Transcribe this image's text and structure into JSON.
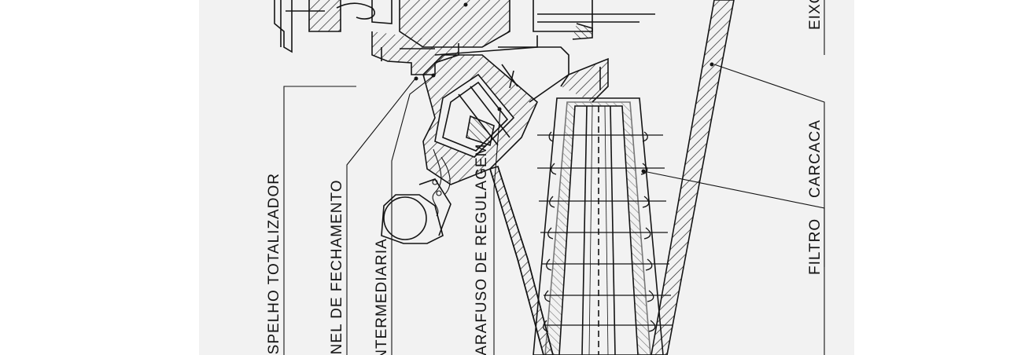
{
  "labels": {
    "visor": "ESPELHO TOTALIZADOR",
    "anel": "ANEL DE FECHAMENTO",
    "intermediaria": "INTERMEDIARIA",
    "parafuso": "PARAFUSO DE REGULAGEM",
    "eixo": "EIXO",
    "carcaca": "CARCACA",
    "filtro": "FILTRO"
  },
  "colors": {
    "sheet": "#f2f2f2",
    "line": "#141414"
  }
}
